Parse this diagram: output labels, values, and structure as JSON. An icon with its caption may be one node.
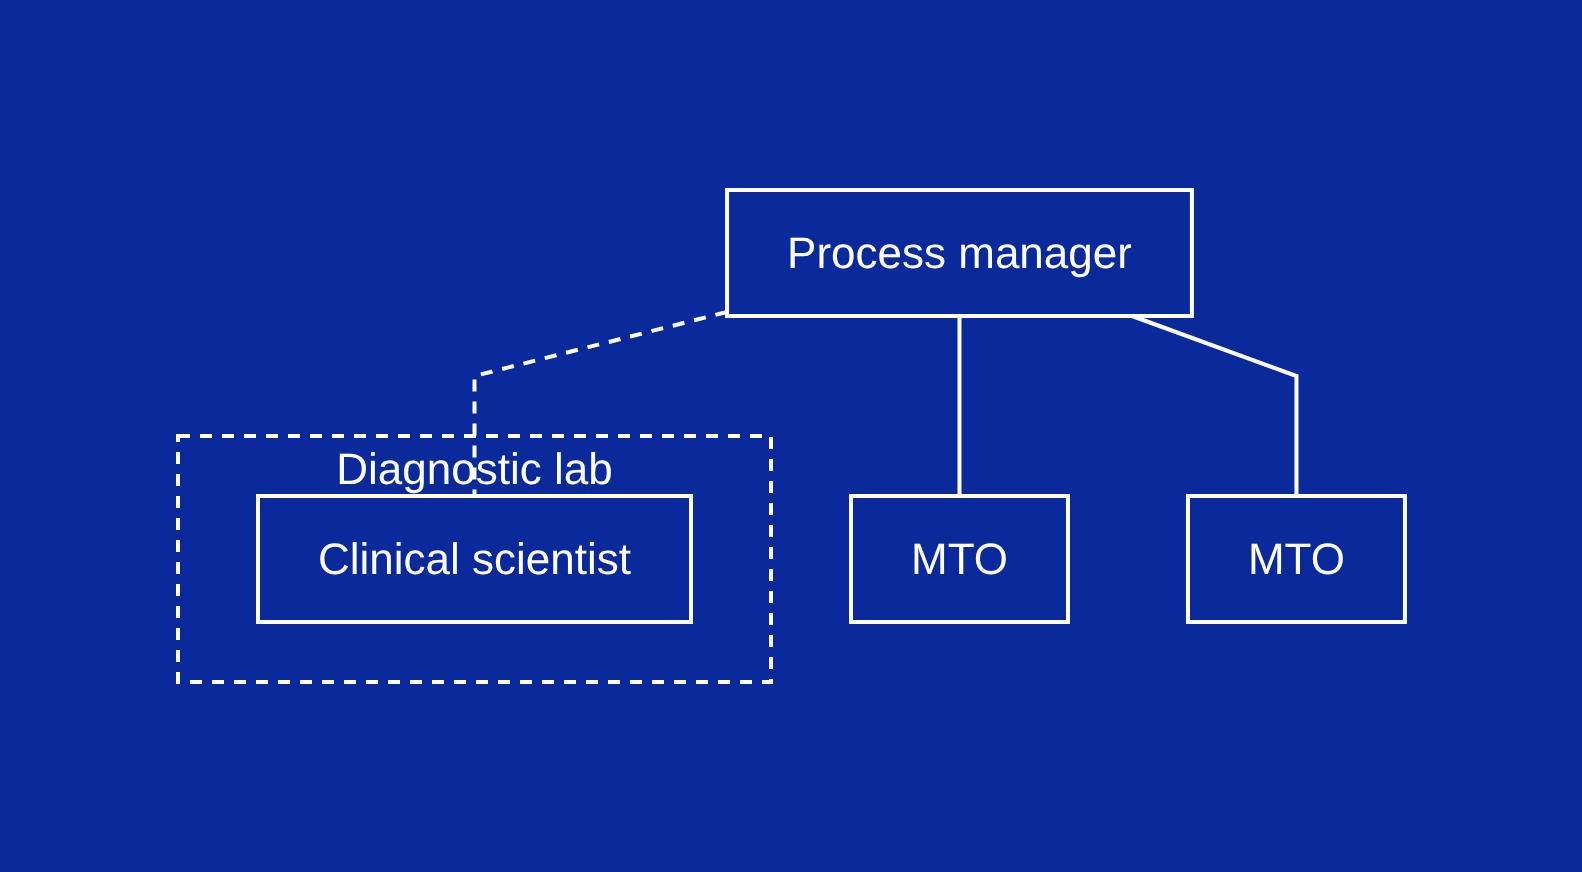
{
  "diagram": {
    "nodes": [
      {
        "text": [
          "Process manager"
        ]
      },
      {
        "text": [
          "Diagnostic lab"
        ]
      },
      {
        "text": [
          "Clinical scientist"
        ],
        "in": 1
      },
      {
        "text": [
          "MTO"
        ]
      },
      {
        "text": [
          "MTO"
        ]
      }
    ],
    "edges": [
      {
        "from": 0,
        "to": 2,
        "arrow": "none",
        "style": "dashed"
      },
      {
        "from": 0,
        "to": 3,
        "arrow": "none"
      },
      {
        "from": 0,
        "to": 4,
        "arrow": "none"
      }
    ]
  }
}
